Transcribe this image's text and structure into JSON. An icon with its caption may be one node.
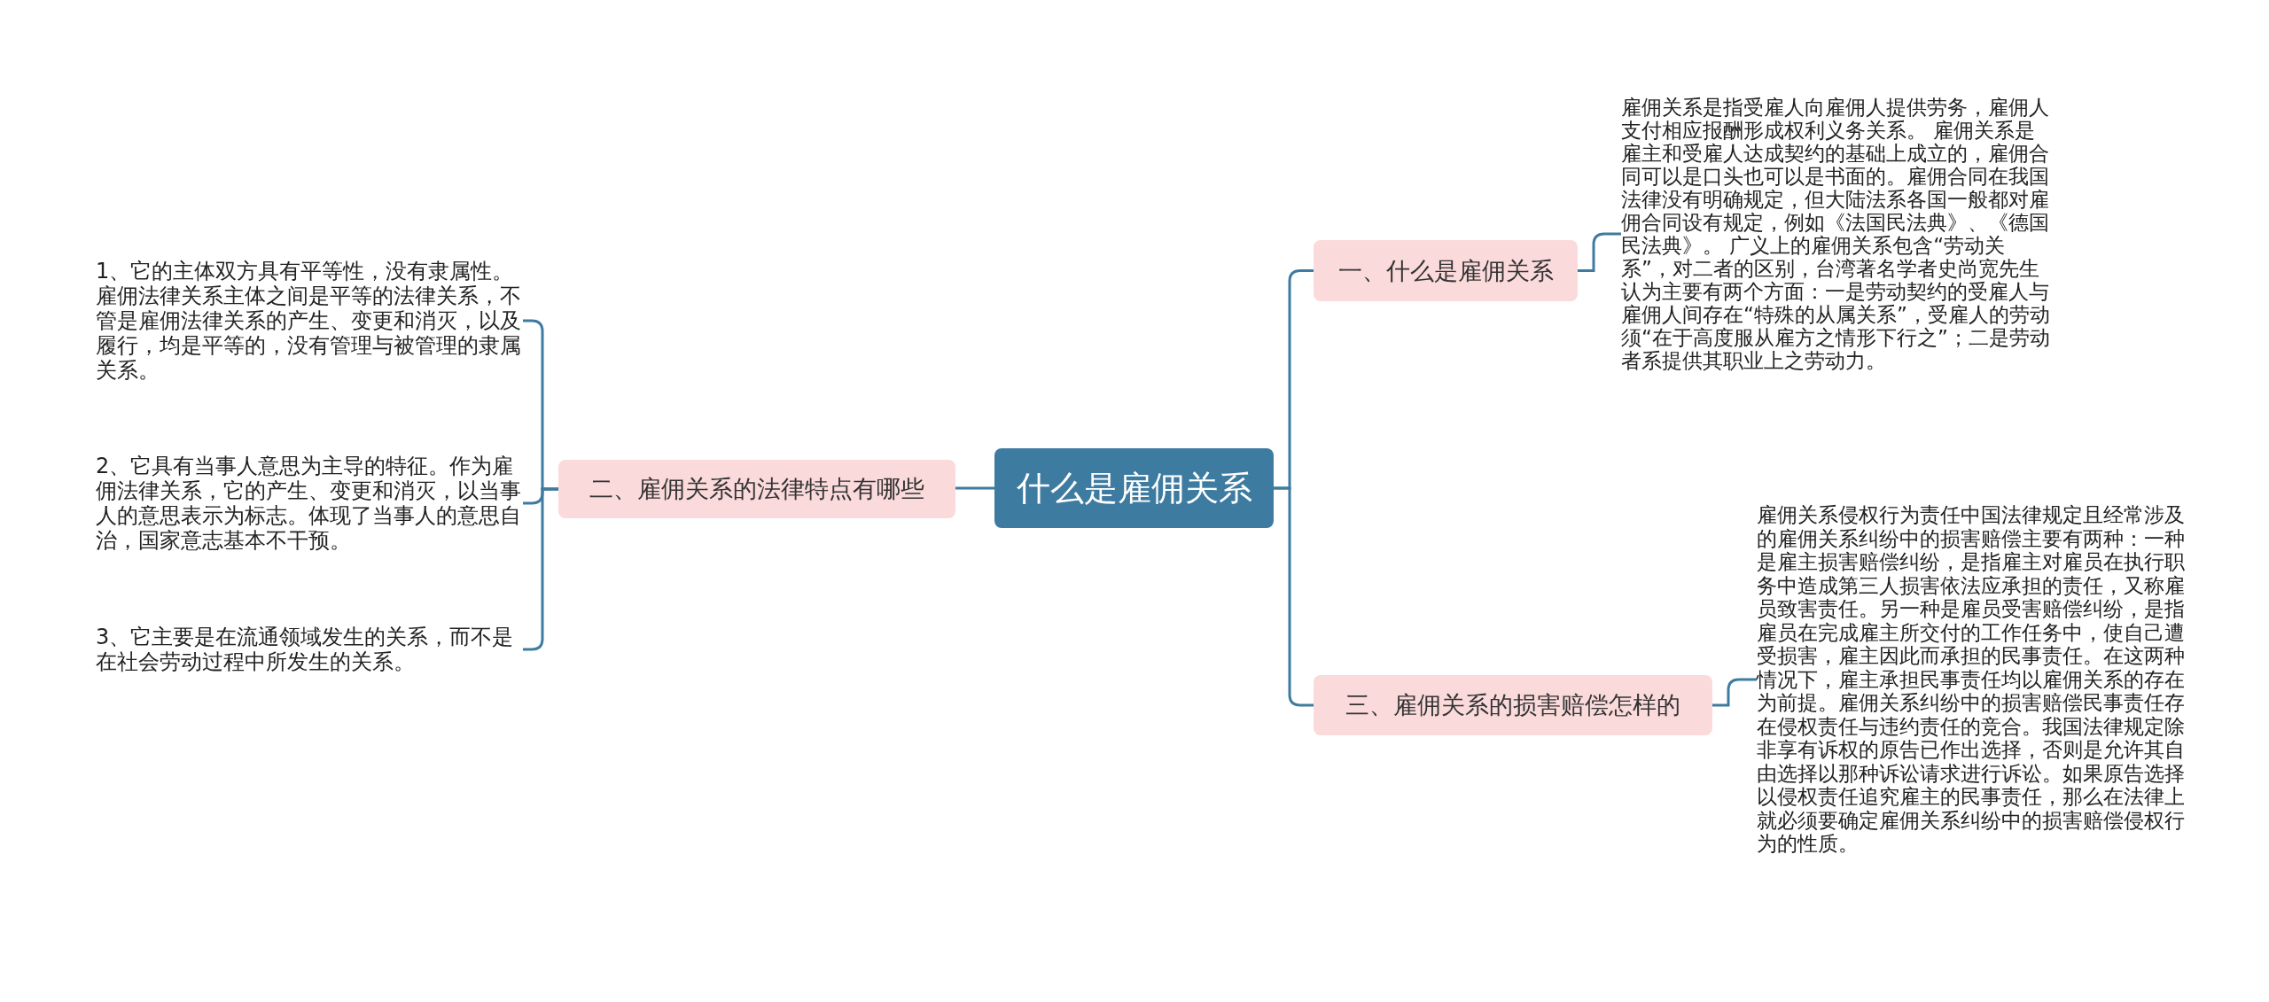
{
  "diagram": {
    "nodes": [
      {
        "text": [
          "什么是雇佣关系"
        ]
      },
      {
        "text": [
          "一、什么是雇佣关系"
        ]
      },
      {
        "text": [
          "雇佣关系是指受雇人向雇佣人提供劳务，雇佣人支付相应报酬形成权利义务关系。 雇佣关系是雇主和受雇人达成契约的基础上成立的，雇佣合同可以是口头也可以是书面的。雇佣合同在我国法律没有明确规定，但大陆法系各国一般都对雇佣合同设有规定，例如《法国民法典》、《德国民法典》。 广义上的雇佣关系包含“劳动关系”，对二者的区别，台湾著名学者史尚宽先生认为主要有两个方面：一是劳动契约的受雇人与雇佣人间存在“特殊的从属关系”，受雇人的劳动须“在于高度服从雇方之情形下行之”；二是劳动者系提供其职业上之劳动力。"
        ]
      },
      {
        "text": [
          "二、雇佣关系的法律特点有哪些"
        ]
      },
      {
        "text": [
          "1、它的主体双方具有平等性，没有隶属性。雇佣法律关系主体之间是平等的法律关系，不管是雇佣法律关系的产生、变更和消灭，以及履行，均是平等的，没有管理与被管理的隶属关系。"
        ]
      },
      {
        "text": [
          "2、它具有当事人意思为主导的特征。作为雇佣法律关系，它的产生、变更和消灭，以当事人的意思表示为标志。体现了当事人的意思自治，国家意志基本不干预。"
        ]
      },
      {
        "text": [
          "3、它主要是在流通领域发生的关系，而不是在社会劳动过程中所发生的关系。"
        ]
      },
      {
        "text": [
          "三、雇佣关系的损害赔偿怎样的"
        ]
      },
      {
        "text": [
          "雇佣关系侵权行为责任中国法律规定且经常涉及的雇佣关系纠纷中的损害赔偿主要有两种：一种是雇主损害赔偿纠纷，是指雇主对雇员在执行职务中造成第三人损害依法应承担的责任，又称雇员致害责任。另一种是雇员受害赔偿纠纷，是指雇员在完成雇主所交付的工作任务中，使自己遭受损害，雇主因此而承担的民事责任。在这两种情况下，雇主承担民事责任均以雇佣关系的存在为前提。雇佣关系纠纷中的损害赔偿民事责任存在侵权责任与违约责任的竞合。我国法律规定除非享有诉权的原告已作出选择，否则是允许其自由选择以那种诉讼请求进行诉讼。如果原告选择以侵权责任追究雇主的民事责任，那么在法律上就必须要确定雇佣关系纠纷中的损害赔偿侵权行为的性质。"
        ]
      }
    ],
    "edges": [
      {
        "from": 0,
        "to": 1,
        "arrow": "none"
      },
      {
        "from": 1,
        "to": 2,
        "arrow": "none"
      },
      {
        "from": 0,
        "to": 3,
        "arrow": "none"
      },
      {
        "from": 3,
        "to": 4,
        "arrow": "none"
      },
      {
        "from": 3,
        "to": 5,
        "arrow": "none"
      },
      {
        "from": 3,
        "to": 6,
        "arrow": "none"
      },
      {
        "from": 0,
        "to": 7,
        "arrow": "none"
      },
      {
        "from": 7,
        "to": 8,
        "arrow": "none"
      }
    ]
  }
}
